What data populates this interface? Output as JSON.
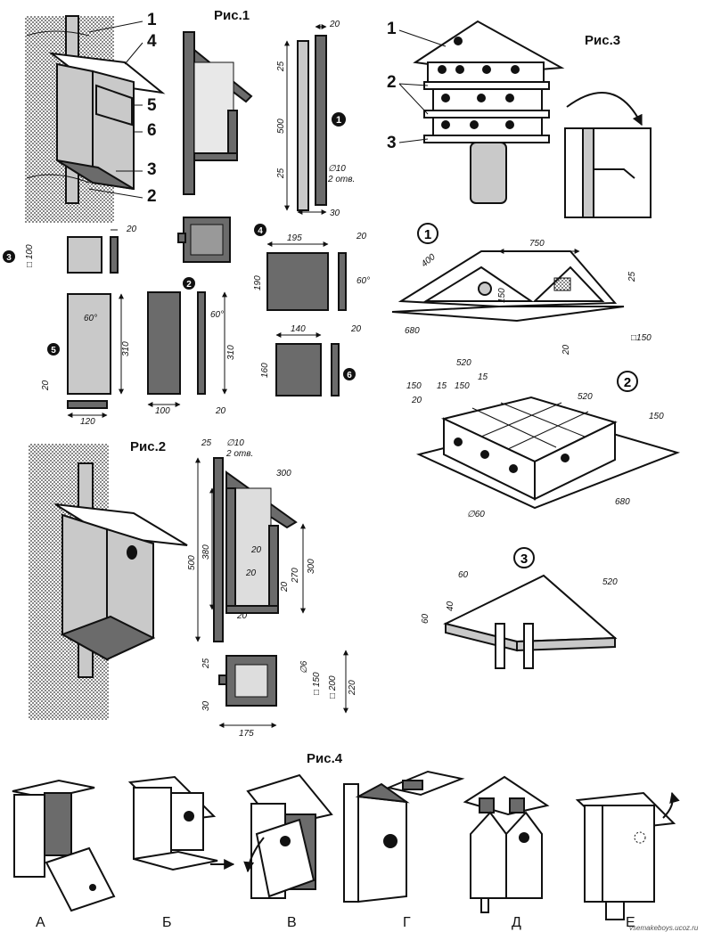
{
  "figures": {
    "fig1": "Рис.1",
    "fig2": "Рис.2",
    "fig3": "Рис.3",
    "fig4": "Рис.4"
  },
  "fig1_callouts": [
    "1",
    "4",
    "5",
    "6",
    "3",
    "2"
  ],
  "fig1_parts": [
    "1",
    "2",
    "3",
    "4",
    "5",
    "6"
  ],
  "fig1_dims": {
    "top_20": "20",
    "d25a": "25",
    "d500": "500",
    "d25b": "25",
    "hole": "∅10",
    "holes_note": "2 отв.",
    "d30": "30",
    "p3_100": "□ 100",
    "p3_20": "20",
    "p4_195": "195",
    "p4_20": "20",
    "p4_190": "190",
    "p4_60": "60°",
    "p5_60": "60°",
    "p5_310": "310",
    "p5_20": "20",
    "p5_120": "120",
    "p2_60": "60°",
    "p2_310": "310",
    "p2_100": "100",
    "p2_20": "20",
    "p6_140": "140",
    "p6_20": "20",
    "p6_160": "160"
  },
  "fig2_dims": {
    "d25": "25",
    "hole": "∅10",
    "holes_note": "2 отв.",
    "d300a": "300",
    "d500": "500",
    "d380": "380",
    "d20a": "20",
    "d20b": "20",
    "d300b": "300",
    "d270": "270",
    "d20c": "20",
    "d20d": "20",
    "d25b": "25",
    "d6": "∅6",
    "d150": "□ 150",
    "d200": "□ 200",
    "d220": "220",
    "d30": "30",
    "d175": "175"
  },
  "fig3_callouts": [
    "1",
    "2",
    "3"
  ],
  "fig3_details": [
    "1",
    "2",
    "3"
  ],
  "fig3_dims": {
    "a750": "750",
    "a400": "400",
    "a150": "150",
    "a25": "25",
    "a680": "680",
    "a520": "520",
    "a20": "20",
    "asq150": "□150",
    "b150a": "150",
    "b15a": "15",
    "b150b": "150",
    "b15b": "15",
    "b520": "520",
    "b20": "20",
    "b150c": "150",
    "b60": "∅60",
    "b680": "680",
    "c60a": "60",
    "c40": "40",
    "c60b": "60",
    "c520": "520"
  },
  "fig4_variants": [
    "А",
    "Б",
    "В",
    "Г",
    "Д",
    "Е"
  ],
  "signature": "vsemakeboys.ucoz.ru"
}
